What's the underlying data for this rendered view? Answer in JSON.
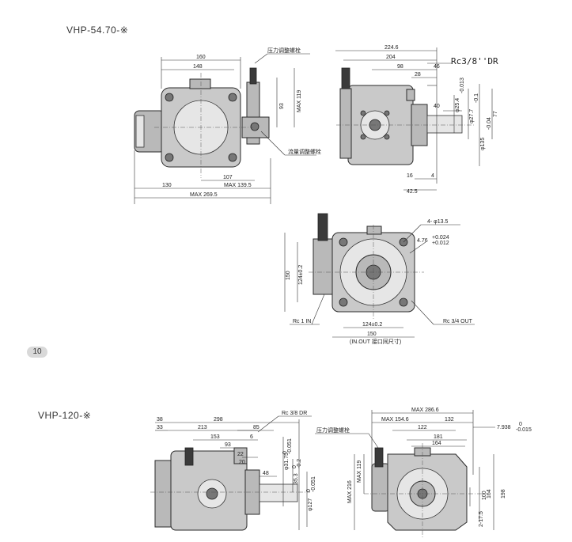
{
  "section1": {
    "model": "VHP-54.70-※",
    "front_view": {
      "dims": [
        "160",
        "148",
        "93",
        "MAX 119",
        "107",
        "MAX 139.5",
        "130",
        "MAX 269.5"
      ],
      "callouts": [
        "压力调整螺栓",
        "流量调整螺栓"
      ]
    },
    "side_view": {
      "dims": [
        "224.6",
        "204",
        "98",
        "46",
        "28",
        "40",
        "φ25.4",
        "-0.013",
        "φ27.7",
        "-0.1",
        "φ135",
        "-0.04",
        "77",
        "16",
        "4",
        "42.5"
      ],
      "port": "Rc3/8''DR"
    },
    "rear_view": {
      "dims": [
        "4- φ13.5",
        "4.76",
        "+0.024",
        "+0.012",
        "150",
        "124±0.2",
        "124±0.2",
        "150"
      ],
      "port_in": "Rc 1 IN",
      "port_out": "Rc 3/4 OUT",
      "port_note": "(IN.OUT 接口同尺寸)"
    }
  },
  "page_number": "10",
  "section2": {
    "model": "VHP-120-※",
    "side_view": {
      "dims": [
        "38",
        "298",
        "33",
        "213",
        "85",
        "153",
        "6",
        "93",
        "22",
        "20",
        "48",
        "φ31.75",
        "0",
        "-0.051",
        "35.3",
        "0",
        "-0.2",
        "φ127",
        "0",
        "-0.051"
      ],
      "port": "Rc 3/8 DR"
    },
    "front_view": {
      "dims": [
        "MAX 286.6",
        "MAX 154.6",
        "132",
        "122",
        "181",
        "164",
        "7.938",
        "0",
        "-0.015",
        "MAX 216",
        "MAX 119",
        "164",
        "198",
        "2-17.5",
        "100"
      ],
      "callout": "压力调整螺栓"
    }
  }
}
